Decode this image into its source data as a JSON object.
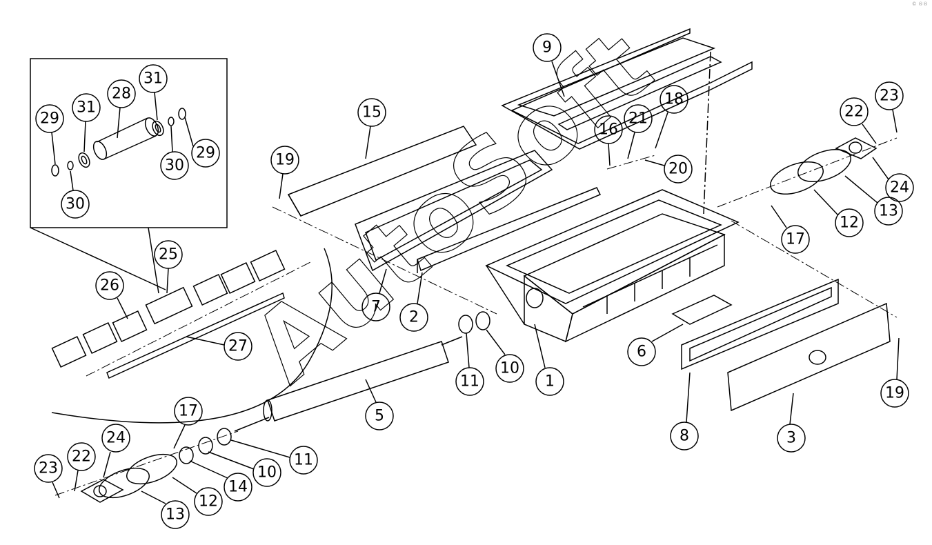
{
  "watermark": "AutoSoft",
  "corner_mark": "© ®®",
  "callouts": [
    "1",
    "2",
    "3",
    "5",
    "6",
    "7",
    "8",
    "9",
    "10",
    "10",
    "11",
    "11",
    "12",
    "12",
    "13",
    "13",
    "14",
    "15",
    "16",
    "17",
    "17",
    "18",
    "19",
    "19",
    "20",
    "21",
    "22",
    "22",
    "23",
    "23",
    "24",
    "24",
    "25",
    "26",
    "27",
    "28",
    "29",
    "29",
    "30",
    "30",
    "31",
    "31"
  ]
}
